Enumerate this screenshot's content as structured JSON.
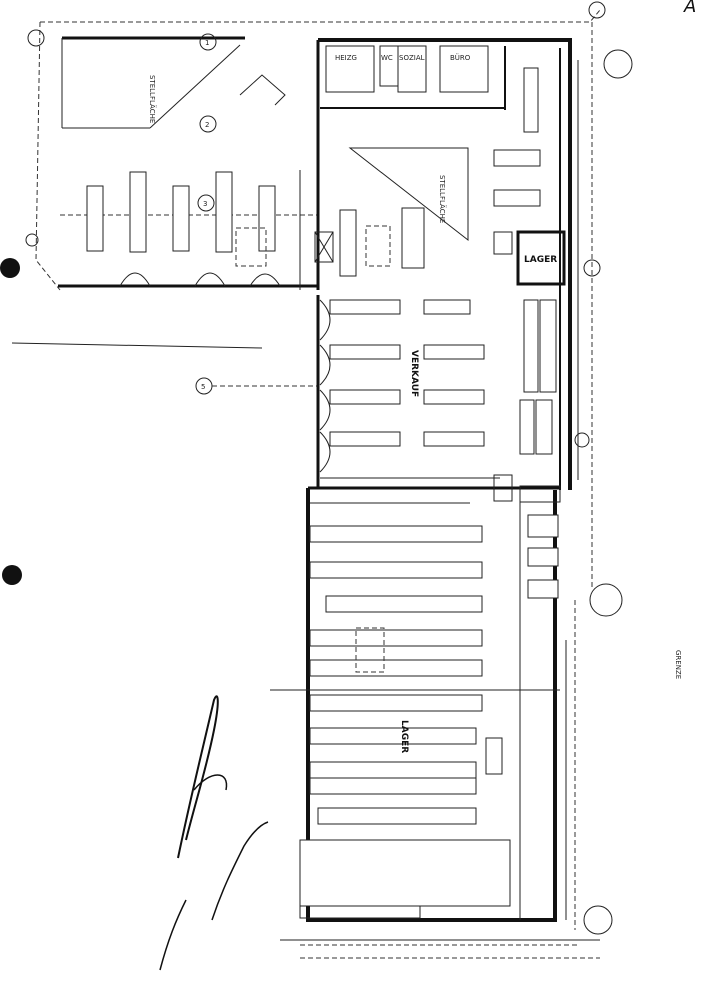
{
  "plan": {
    "rooms": {
      "heizung": "HEIZG",
      "wc": "WC",
      "sozial": "SOZIAL",
      "buero": "BÜRO",
      "verkauf": "VERKAUF",
      "lager_small": "LAGER",
      "lager_main": "LAGER"
    },
    "areas": {
      "stellflaeche_top": "STELLFLÄCHE",
      "stellflaeche_mid": "STELLFLÄCHE"
    },
    "labels": {
      "grenze": "GRENZE"
    },
    "axis_markers": [
      "1",
      "2",
      "3",
      "5"
    ],
    "stamps": {
      "corner_mark": "A"
    },
    "colors": {
      "ink": "#111111",
      "paper": "#ffffff"
    }
  }
}
